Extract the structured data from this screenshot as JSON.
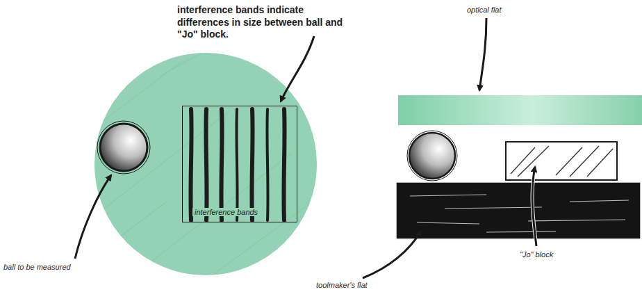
{
  "diagram": {
    "nodes": [
      {
        "text": [
          "interference bands"
        ]
      }
    ],
    "labels": [
      "interference bands indicate differences in size between ball and \"Jo\" block.",
      "ball to be measured",
      "optical flat",
      "\"Jo\" block",
      "toolmaker's flat"
    ]
  }
}
